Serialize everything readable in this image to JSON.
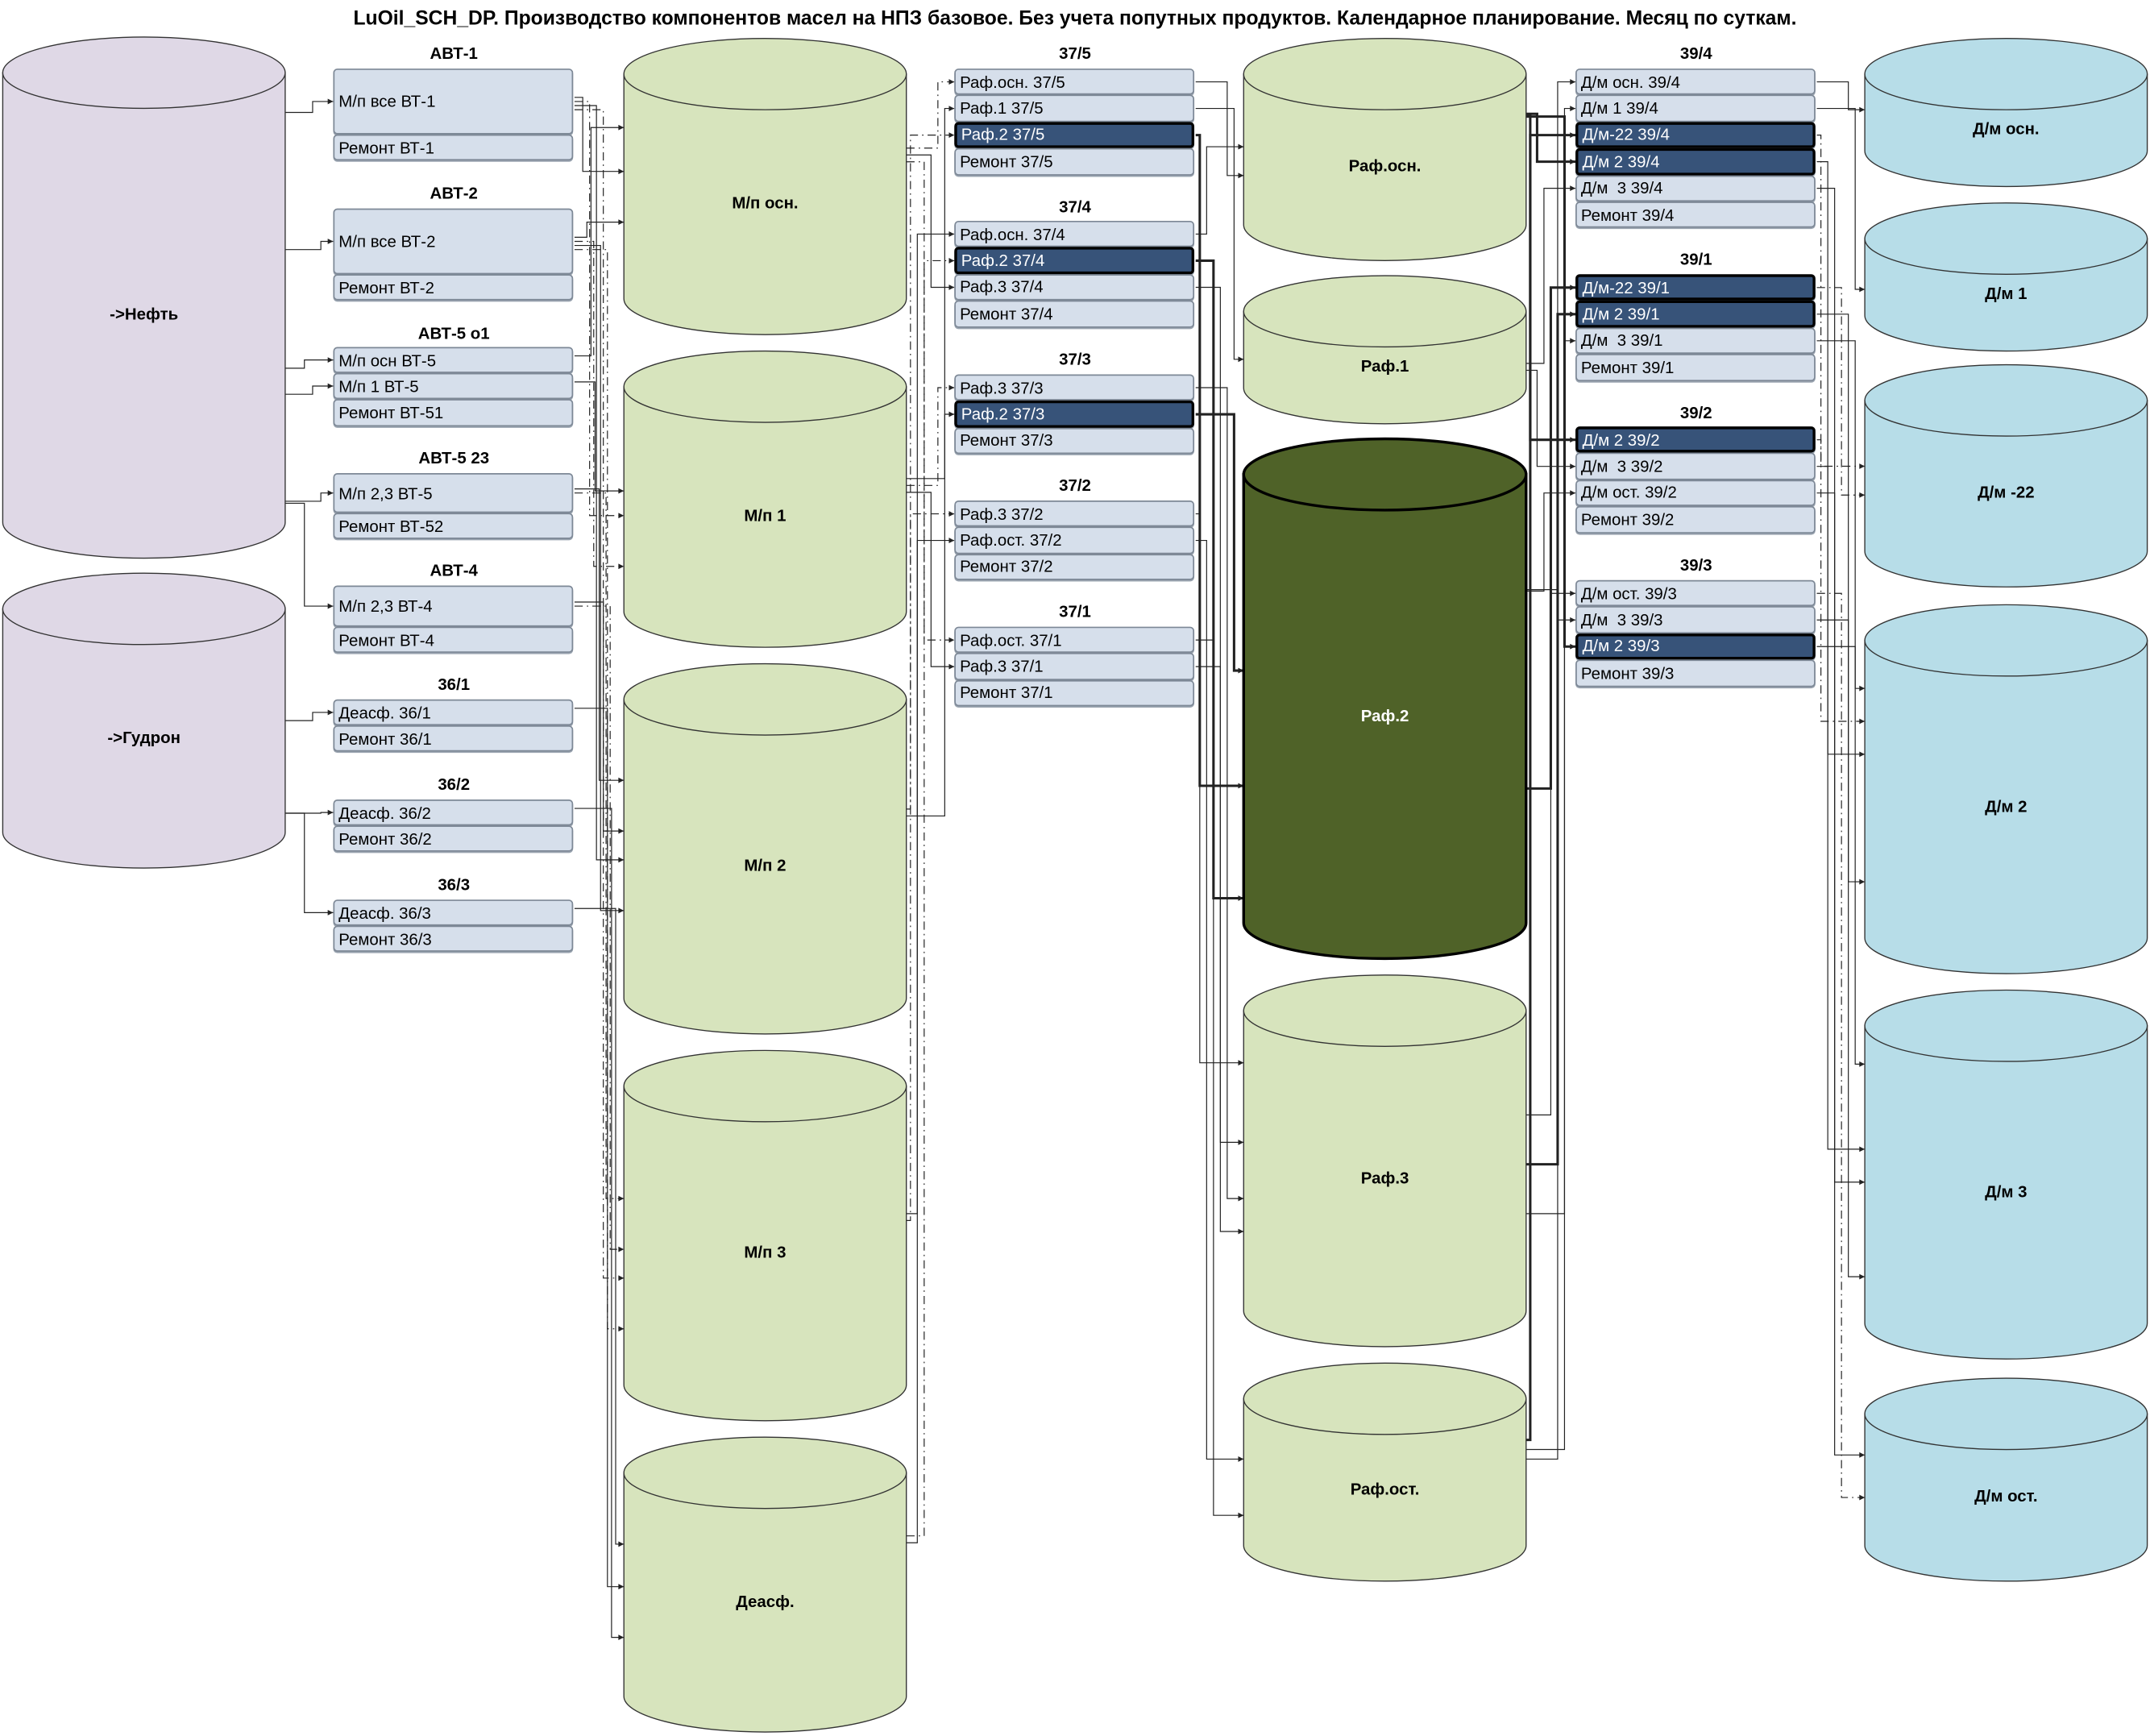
{
  "title": "LuOil_SCH_DP. Производство компонентов масел на НПЗ базовое. Без учета попутных продуктов. Календарное планирование. Месяц по суткам.",
  "colors": {
    "crude": "#dfd8e6",
    "component": "#d7e4bd",
    "highlight": "#4f6228",
    "product": "#b7dde8",
    "unit_row": "#d6dfeb",
    "unit_row_active": "#375379"
  },
  "tanks": {
    "feed": [
      "->Нефть",
      "->Гудрон"
    ],
    "distillates": [
      "М/п осн.",
      "М/п 1",
      "М/п 2",
      "М/п 3",
      "Деасф."
    ],
    "raffinates": [
      "Раф.осн.",
      "Раф.1",
      "Раф.2",
      "Раф.3",
      "Раф.ост."
    ],
    "dewaxed": [
      "Д/м осн.",
      "Д/м 1",
      "Д/м -22",
      "Д/м 2",
      "Д/м 3",
      "Д/м ост."
    ]
  },
  "units_col1": [
    {
      "name": "АВТ-1",
      "rows": [
        {
          "label": "М/п все ВТ-1"
        },
        {
          "label": "Ремонт ВТ-1"
        }
      ]
    },
    {
      "name": "АВТ-2",
      "rows": [
        {
          "label": "М/п все ВТ-2"
        },
        {
          "label": "Ремонт ВТ-2"
        }
      ]
    },
    {
      "name": "АВТ-5 о1",
      "rows": [
        {
          "label": "М/п осн ВТ-5"
        },
        {
          "label": "М/п 1 ВТ-5"
        },
        {
          "label": "Ремонт ВТ-51"
        }
      ]
    },
    {
      "name": "АВТ-5 23",
      "rows": [
        {
          "label": "М/п 2,3 ВТ-5"
        },
        {
          "label": "Ремонт ВТ-52"
        }
      ]
    },
    {
      "name": "АВТ-4",
      "rows": [
        {
          "label": "М/п 2,3 ВТ-4"
        },
        {
          "label": "Ремонт ВТ-4"
        }
      ]
    },
    {
      "name": "36/1",
      "rows": [
        {
          "label": "Деасф. 36/1"
        },
        {
          "label": "Ремонт 36/1"
        }
      ]
    },
    {
      "name": "36/2",
      "rows": [
        {
          "label": "Деасф. 36/2"
        },
        {
          "label": "Ремонт 36/2"
        }
      ]
    },
    {
      "name": "36/3",
      "rows": [
        {
          "label": "Деасф. 36/3"
        },
        {
          "label": "Ремонт 36/3"
        }
      ]
    }
  ],
  "units_col2": [
    {
      "name": "37/5",
      "rows": [
        {
          "label": "Раф.осн. 37/5"
        },
        {
          "label": "Раф.1 37/5"
        },
        {
          "label": "Раф.2 37/5",
          "active": true
        },
        {
          "label": "Ремонт 37/5"
        }
      ]
    },
    {
      "name": "37/4",
      "rows": [
        {
          "label": "Раф.осн. 37/4"
        },
        {
          "label": "Раф.2 37/4",
          "active": true
        },
        {
          "label": "Раф.3 37/4"
        },
        {
          "label": "Ремонт 37/4"
        }
      ]
    },
    {
      "name": "37/3",
      "rows": [
        {
          "label": "Раф.3 37/3"
        },
        {
          "label": "Раф.2 37/3",
          "active": true
        },
        {
          "label": "Ремонт 37/3"
        }
      ]
    },
    {
      "name": "37/2",
      "rows": [
        {
          "label": "Раф.3 37/2"
        },
        {
          "label": "Раф.ост. 37/2"
        },
        {
          "label": "Ремонт 37/2"
        }
      ]
    },
    {
      "name": "37/1",
      "rows": [
        {
          "label": "Раф.ост. 37/1"
        },
        {
          "label": "Раф.3 37/1"
        },
        {
          "label": "Ремонт 37/1"
        }
      ]
    }
  ],
  "units_col3": [
    {
      "name": "39/4",
      "rows": [
        {
          "label": "Д/м осн. 39/4"
        },
        {
          "label": "Д/м 1 39/4"
        },
        {
          "label": "Д/м-22 39/4",
          "active": true
        },
        {
          "label": "Д/м 2 39/4",
          "active": true
        },
        {
          "label": "Д/м  3 39/4"
        },
        {
          "label": "Ремонт 39/4"
        }
      ]
    },
    {
      "name": "39/1",
      "rows": [
        {
          "label": "Д/м-22 39/1",
          "active": true
        },
        {
          "label": "Д/м 2 39/1",
          "active": true
        },
        {
          "label": "Д/м  3 39/1"
        },
        {
          "label": "Ремонт 39/1"
        }
      ]
    },
    {
      "name": "39/2",
      "rows": [
        {
          "label": "Д/м 2 39/2",
          "active": true
        },
        {
          "label": "Д/м  3 39/2"
        },
        {
          "label": "Д/м ост. 39/2"
        },
        {
          "label": "Ремонт 39/2"
        }
      ]
    },
    {
      "name": "39/3",
      "rows": [
        {
          "label": "Д/м ост. 39/3"
        },
        {
          "label": "Д/м  3 39/3"
        },
        {
          "label": "Д/м 2 39/3",
          "active": true
        },
        {
          "label": "Ремонт 39/3"
        }
      ]
    }
  ]
}
